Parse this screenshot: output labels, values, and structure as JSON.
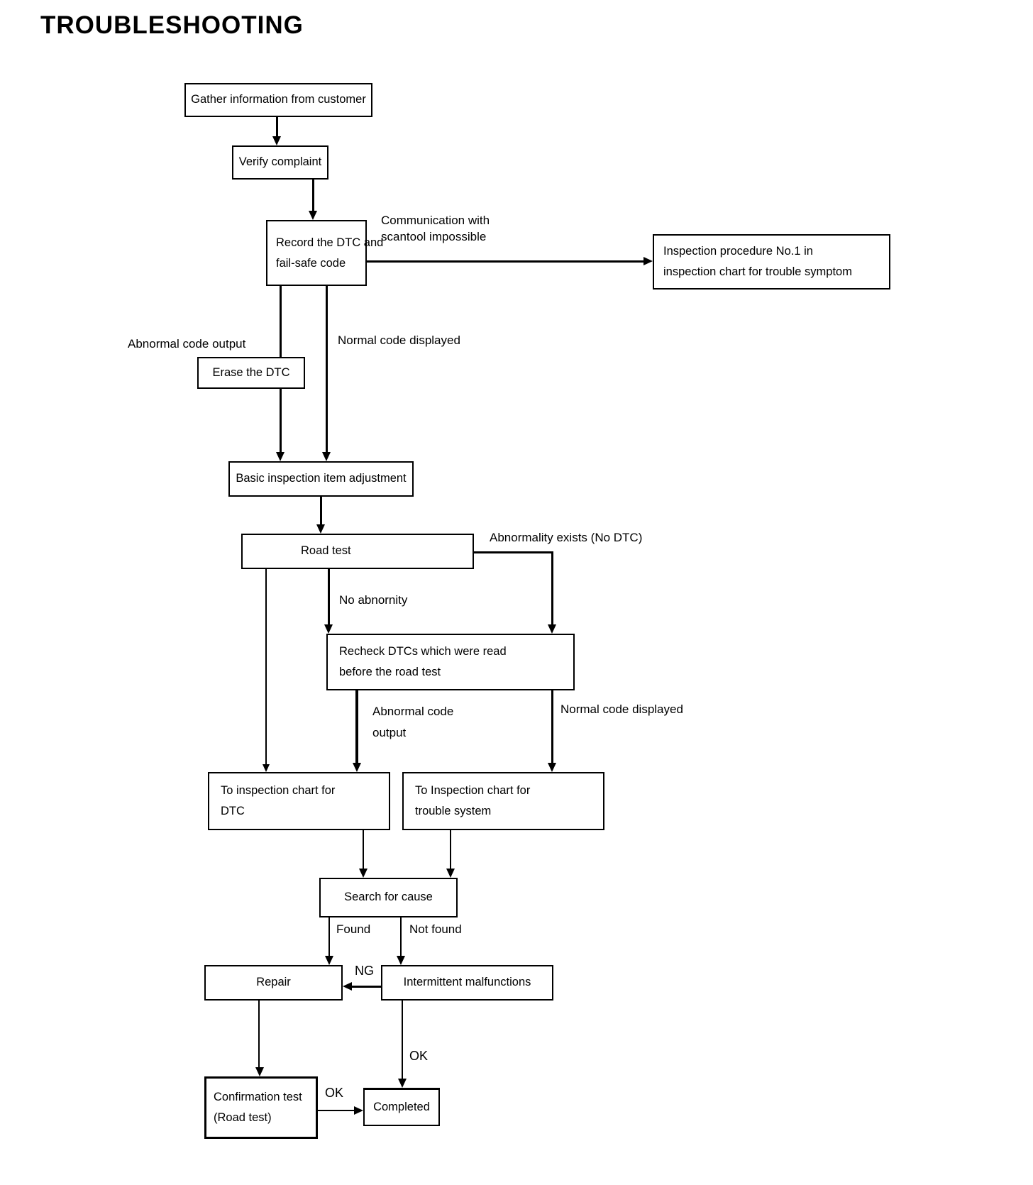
{
  "title": "TROUBLESHOOTING",
  "colors": {
    "line": "#000000",
    "background": "#ffffff",
    "text": "#000000"
  },
  "nodes": {
    "gather": {
      "label": "Gather information from customer"
    },
    "verify": {
      "label": "Verify complaint"
    },
    "record": {
      "line1": "Record the DTC and",
      "line2": "fail-safe code"
    },
    "inspection_no1": {
      "line1": "Inspection procedure No.1 in",
      "line2": "inspection chart for trouble symptom"
    },
    "erase": {
      "label": "Erase the DTC"
    },
    "basic": {
      "label": "Basic inspection item adjustment"
    },
    "road_test": {
      "label": "Road test"
    },
    "recheck": {
      "line1": "Recheck DTCs which were read",
      "line2": "before the road test"
    },
    "chart_dtc": {
      "line1": "To inspection chart for",
      "line2": "DTC"
    },
    "chart_trouble": {
      "line1": "To Inspection chart for",
      "line2": "trouble system"
    },
    "search": {
      "label": "Search for cause"
    },
    "repair": {
      "label": "Repair"
    },
    "intermittent": {
      "label": "Intermittent malfunctions"
    },
    "confirmation": {
      "line1": "Confirmation test",
      "line2": "(Road test)"
    },
    "completed": {
      "label": "Completed"
    }
  },
  "edge_labels": {
    "communication": {
      "line1": "Communication with",
      "line2": "scantool impossible"
    },
    "abnormal_output_1": "Abnormal code output",
    "normal_displayed_1": "Normal code displayed",
    "abnormality_exists": "Abnormality exists (No DTC)",
    "no_abnormity": "No abnornity",
    "abnormal_output_2": {
      "line1": "Abnormal code",
      "line2": "output"
    },
    "normal_displayed_2": "Normal code displayed",
    "found": "Found",
    "not_found": "Not found",
    "ng": "NG",
    "ok_intermittent": "OK",
    "ok_confirmation": "OK"
  }
}
